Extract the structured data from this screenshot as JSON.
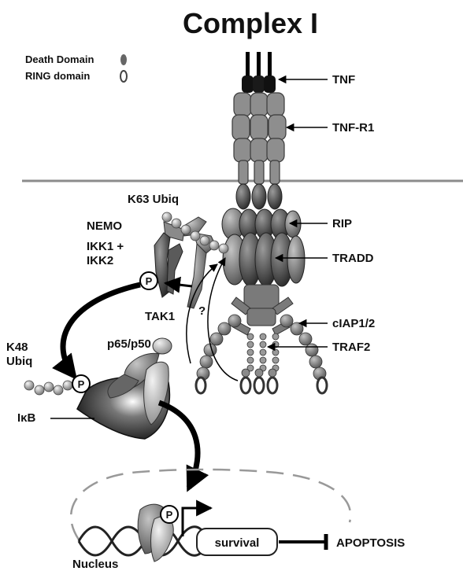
{
  "title": "Complex I",
  "legend": {
    "death_domain": "Death Domain",
    "ring_domain": "RING domain"
  },
  "labels": {
    "tnf": "TNF",
    "tnfr1": "TNF-R1",
    "k63": "K63 Ubiq",
    "nemo": "NEMO",
    "ikk_line1": "IKK1 +",
    "ikk_line2": "IKK2",
    "rip": "RIP",
    "tradd": "TRADD",
    "tak1": "TAK1",
    "question": "?",
    "ciap": "cIAP1/2",
    "traf2": "TRAF2",
    "k48_line1": "K48",
    "k48_line2": "Ubiq",
    "p65p50": "p65/p50",
    "ikb": "IκB",
    "phospho": "P",
    "survival": "survival",
    "apoptosis": "APOPTOSIS",
    "nucleus": "Nucleus"
  }
}
